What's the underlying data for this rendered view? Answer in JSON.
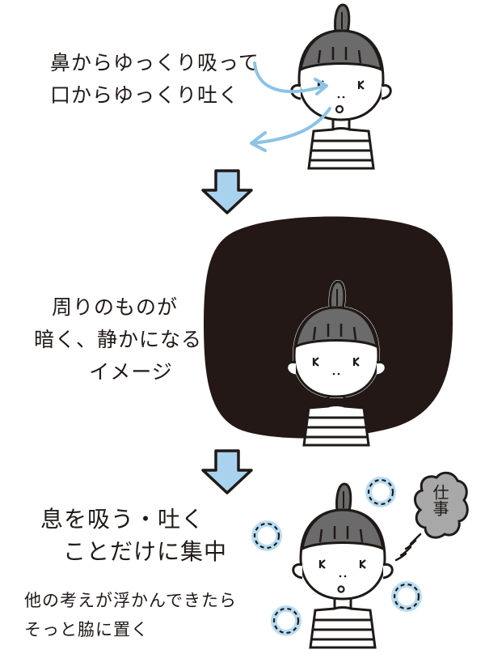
{
  "steps": [
    {
      "id": 1,
      "caption_lines": [
        "鼻からゆっくり吸って",
        "口からゆっくり吐く"
      ]
    },
    {
      "id": 2,
      "caption_lines": [
        "周りのものが",
        "暗く、静かになる",
        "イメージ"
      ]
    },
    {
      "id": 3,
      "caption_lines": [
        "息を吸う・吐く",
        "ことだけに集中",
        "他の考えが浮かんできたら",
        "そっと脇に置く"
      ],
      "thought_cloud_text": "仕事"
    }
  ],
  "colors": {
    "ink": "#1f1a17",
    "arrow_fill": "#a9d2ee",
    "breath_arrow": "#8cc3e6",
    "hair": "#6b6b6b",
    "dark_backdrop": "#231815",
    "cloud_gray": "#a8a8a8",
    "bubble_ring": "#b9dcf2"
  },
  "icons": [
    "down-arrow-icon",
    "breath-in-arrow-icon",
    "breath-out-arrow-icon",
    "thought-cloud-icon",
    "bubble-icon"
  ]
}
